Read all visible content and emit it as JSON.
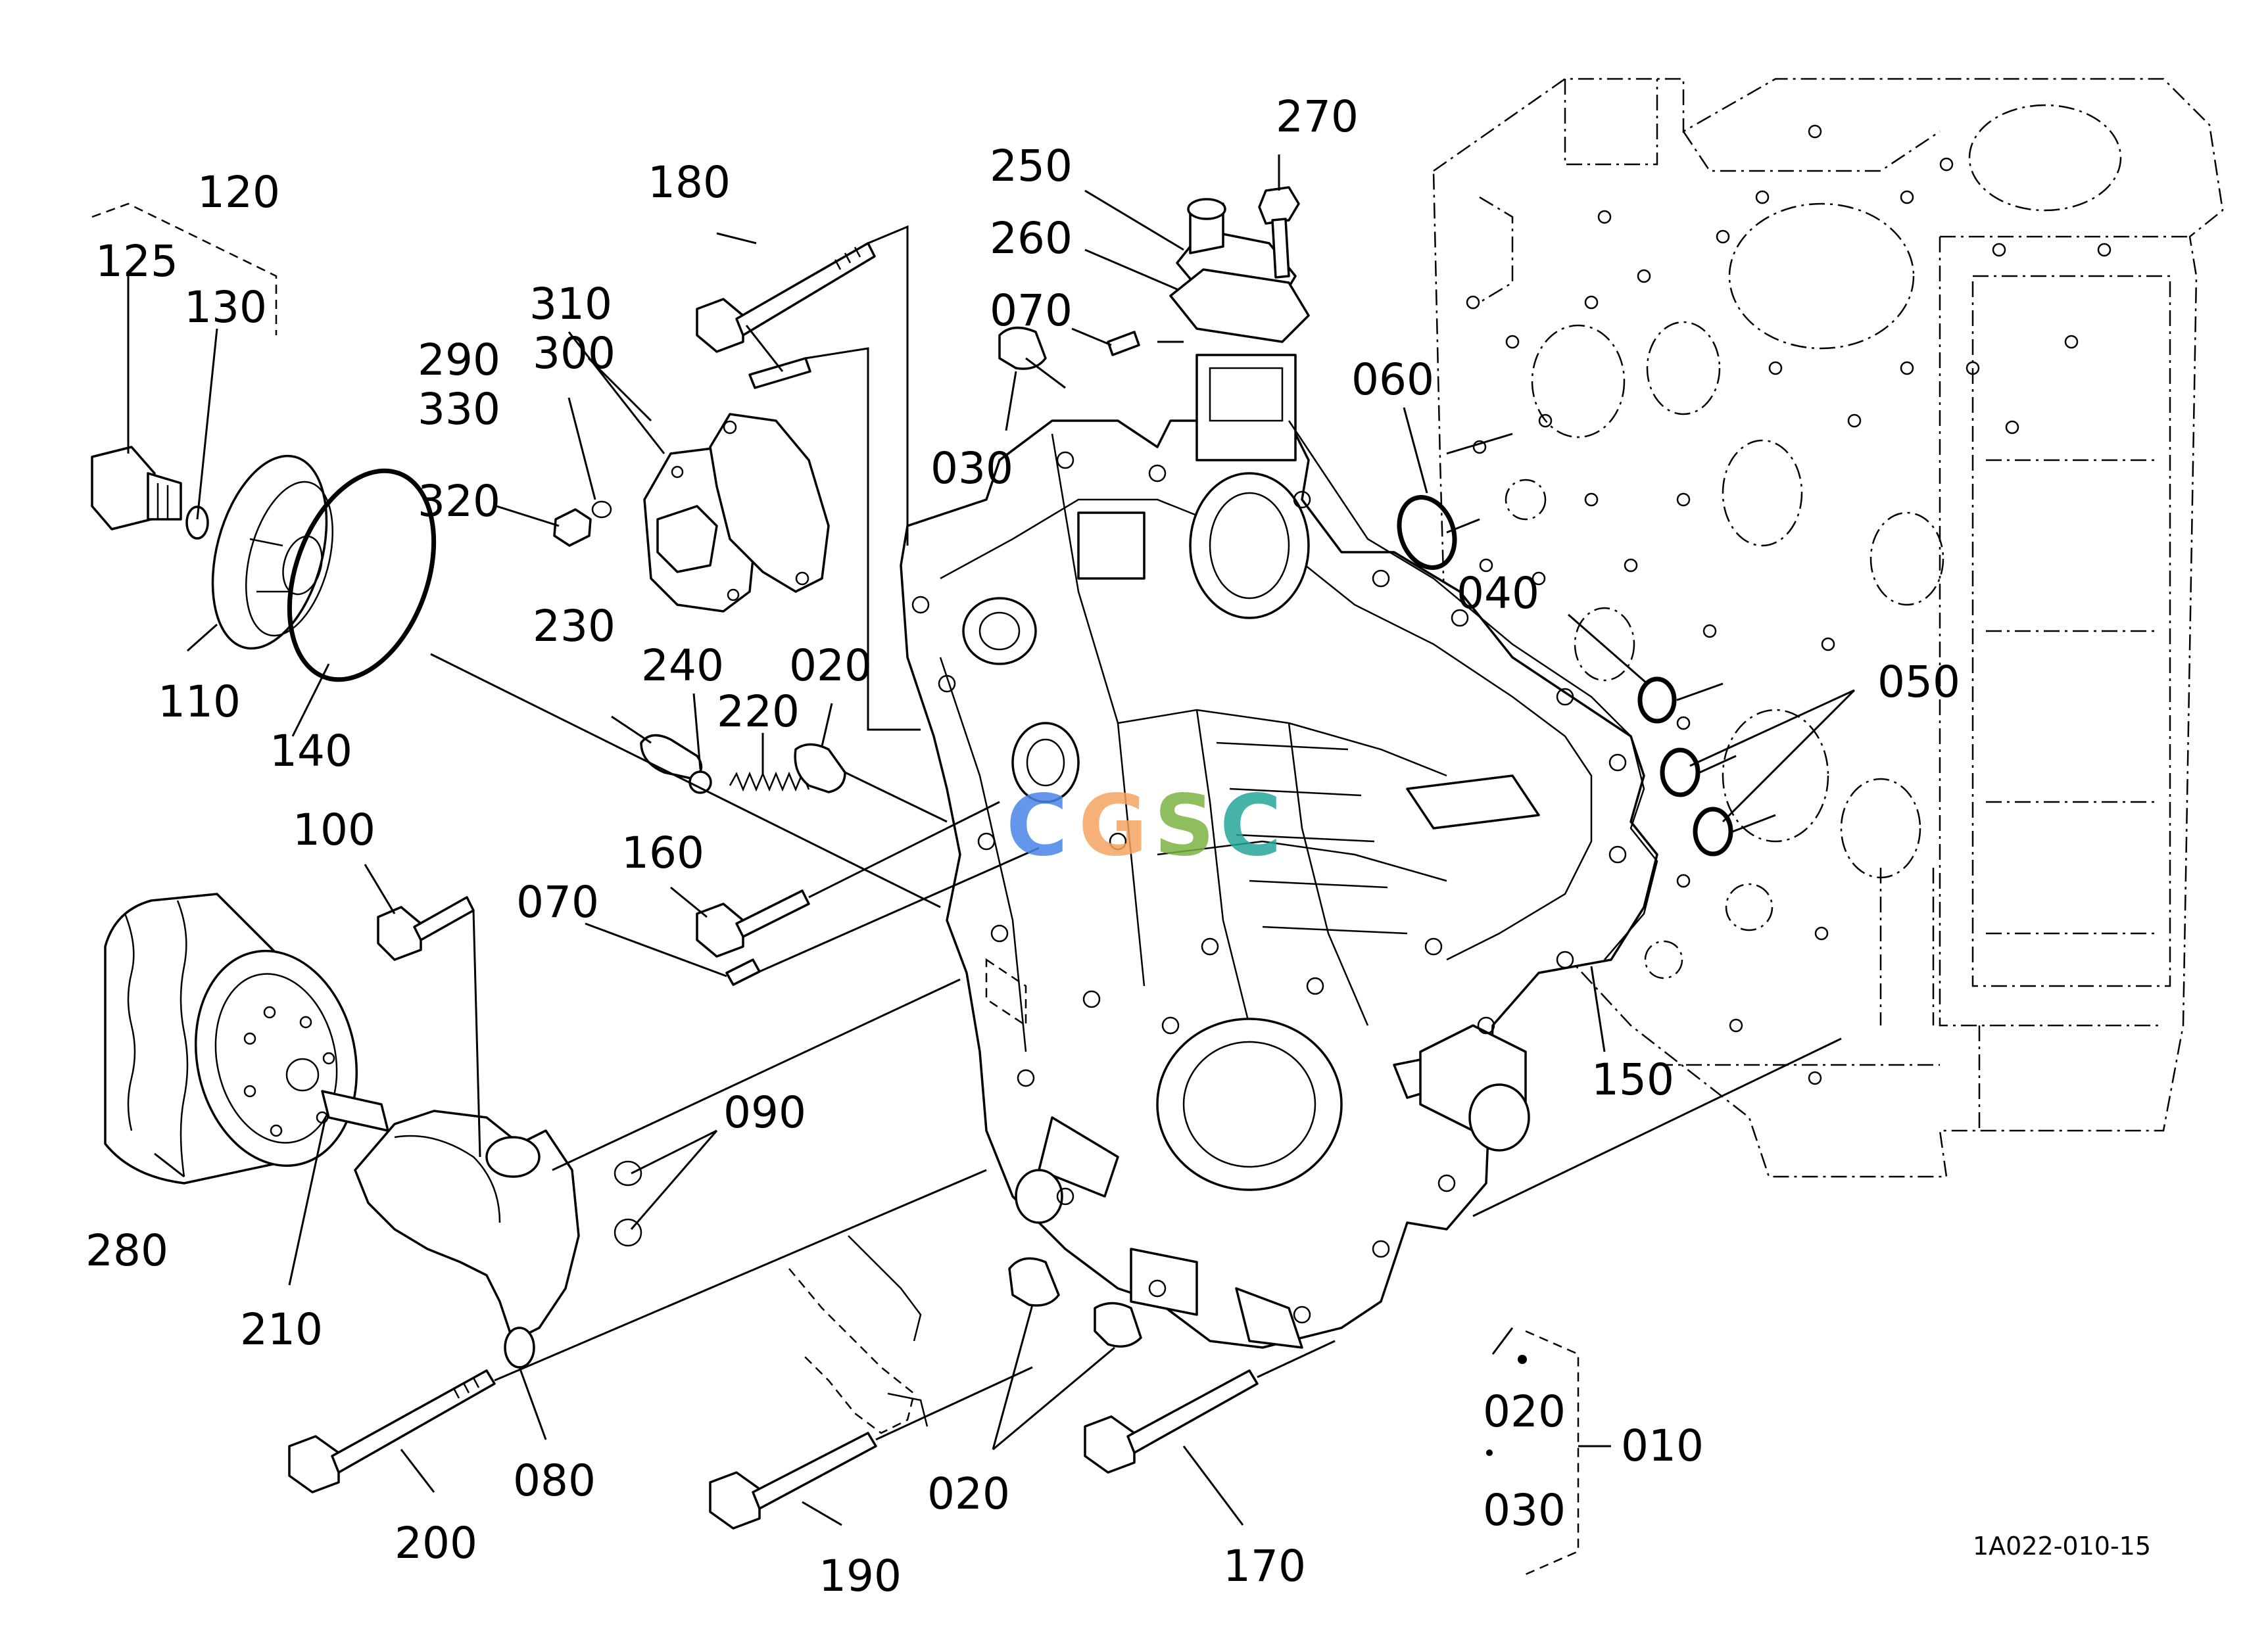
{
  "diagram": {
    "drawing_code": "1A022-010-15",
    "watermark": {
      "letters": [
        "C",
        "G",
        "S",
        "C"
      ],
      "colors": [
        "#4a86e8",
        "#f4a460",
        "#7cb342",
        "#26a69a"
      ]
    },
    "callouts": [
      "120",
      "125",
      "130",
      "110",
      "140",
      "180",
      "310",
      "290",
      "300",
      "330",
      "320",
      "250",
      "260",
      "270",
      "070",
      "030",
      "060",
      "040",
      "050",
      "150",
      "230",
      "240",
      "220",
      "020",
      "160",
      "070",
      "100",
      "280",
      "210",
      "090",
      "080",
      "200",
      "190",
      "020",
      "170",
      "020",
      "030",
      "010"
    ]
  }
}
